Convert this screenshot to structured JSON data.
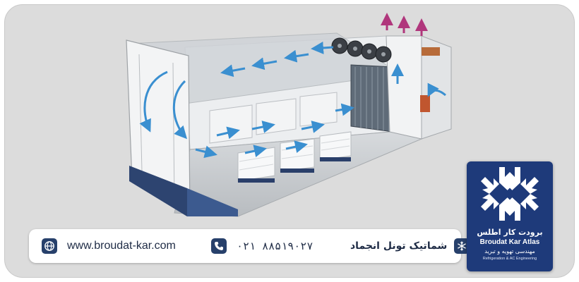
{
  "contact": {
    "website": "www.broudat-kar.com",
    "phone": "۰۲۱ ۸۸۵۱۹۰۲۷",
    "title": "شماتیک تونل انجماد"
  },
  "logo": {
    "name_fa": "برودت کار اطلس",
    "name_en": "Broudat Kar Atlas",
    "tagline_fa": "مهندسی تهویه و تبرید",
    "tagline_en": "Refrigeration & AC Engineering"
  },
  "icons": {
    "website": "globe-icon",
    "phone": "phone-icon",
    "title": "snowflake-icon"
  },
  "colors": {
    "brand_blue": "#1e3a7a",
    "icon_blue": "#27406b",
    "airflow_blue": "#3a8fd0",
    "exhaust_magenta": "#b0367c",
    "frame_gray": "#dcdcdc"
  }
}
